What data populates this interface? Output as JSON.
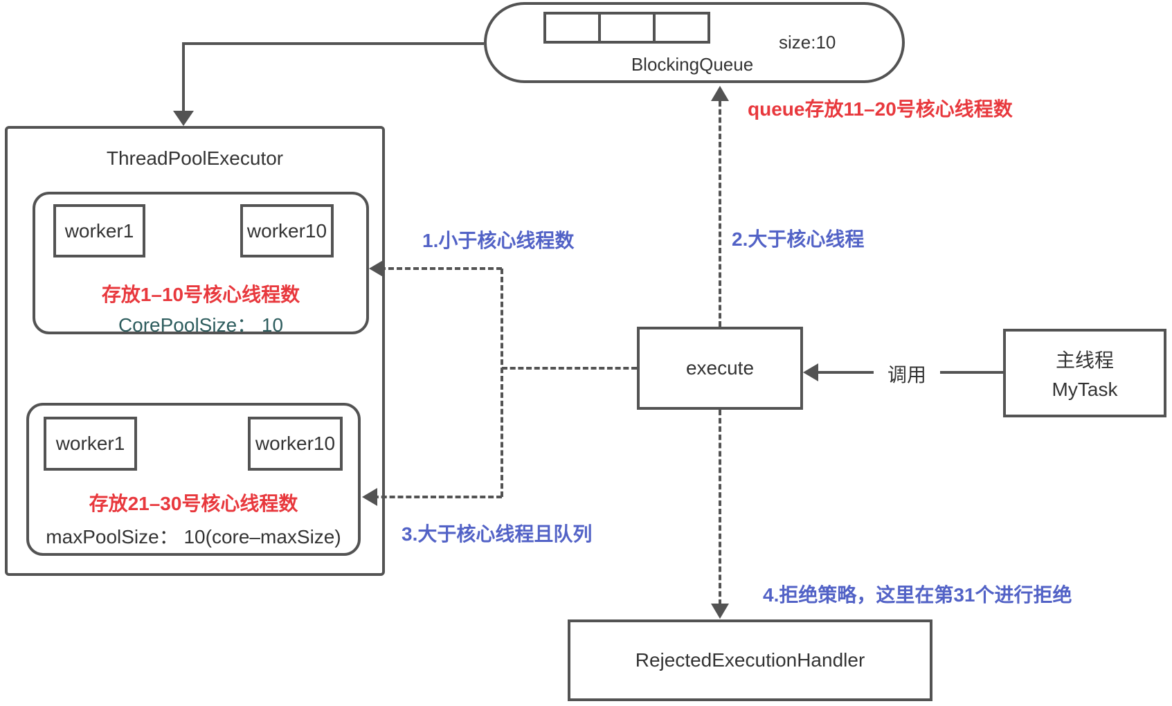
{
  "colors": {
    "line": "#535353",
    "red": "#e8383d",
    "blue": "#5262c6",
    "teal": "#2e5d5e",
    "text": "#333333"
  },
  "blocking_queue": {
    "label": "BlockingQueue",
    "size_label": "size:10",
    "cells": 3
  },
  "thread_pool": {
    "title": "ThreadPoolExecutor",
    "core_group": {
      "workers": [
        "worker1",
        "worker10"
      ],
      "note": "存放1–10号核心线程数",
      "param": "CorePoolSize： 10"
    },
    "max_group": {
      "workers": [
        "worker1",
        "worker10"
      ],
      "note": "存放21–30号核心线程数",
      "param": "maxPoolSize： 10(core–maxSize)"
    }
  },
  "execute_box": {
    "label": "execute"
  },
  "main_thread_box": {
    "line1": "主线程",
    "line2": "MyTask"
  },
  "rejected_box": {
    "label": "RejectedExecutionHandler"
  },
  "edges": {
    "call_label": "调用",
    "queue_note": "queue存放11–20号核心线程数",
    "step1": "1.小于核心线程数",
    "step2": "2.大于核心线程",
    "step3": "3.大于核心线程且队列",
    "step4": "4.拒绝策略，这里在第31个进行拒绝"
  }
}
